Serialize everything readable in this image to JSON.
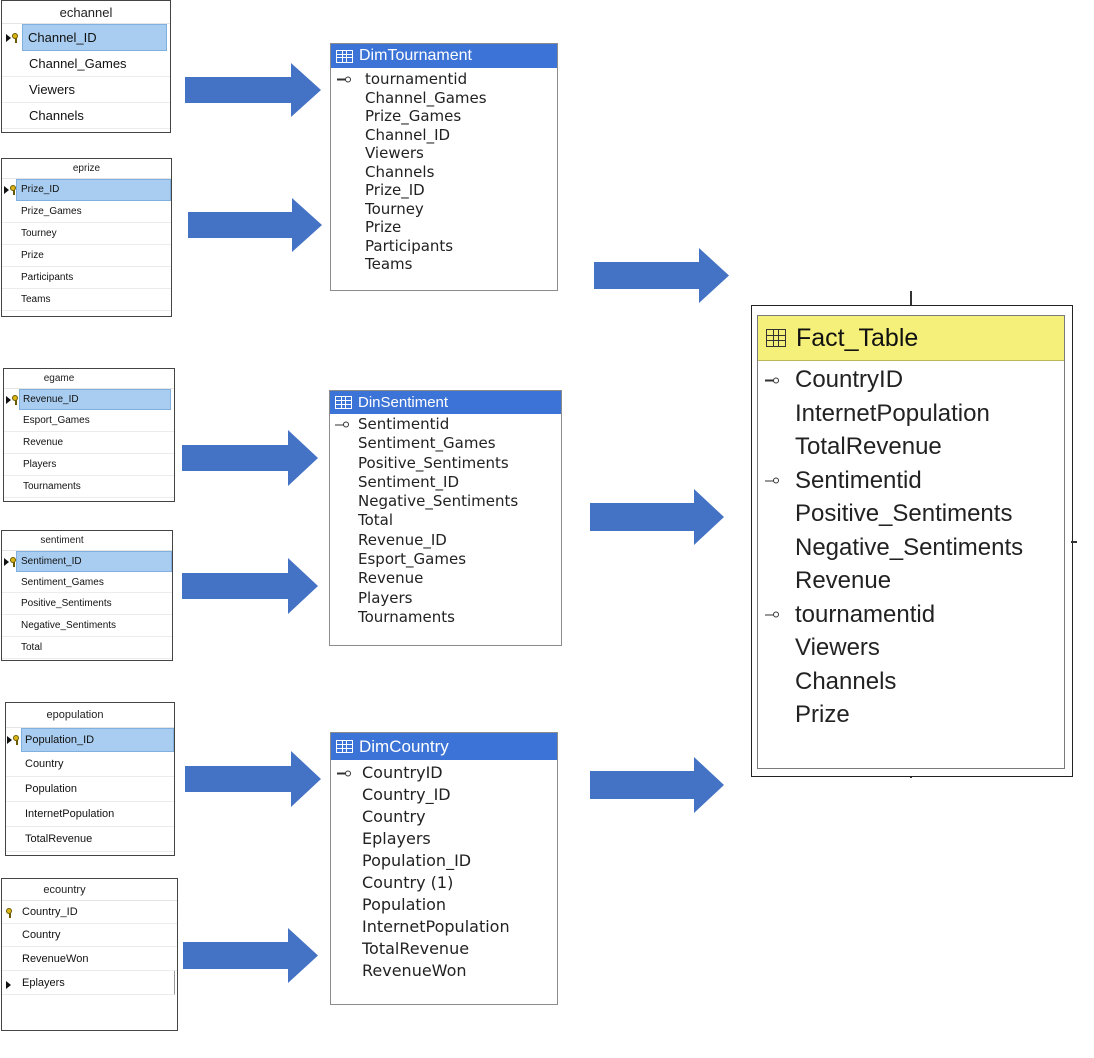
{
  "colors": {
    "arrow_fill": "#4472c4",
    "dim_header": "#3c73d6",
    "fact_header": "#f5f07a",
    "selected_row": "#a9cdf0"
  },
  "sources": {
    "echannel": {
      "title": "echannel",
      "rows": [
        "Channel_ID",
        "Channel_Games",
        "Viewers",
        "Channels"
      ]
    },
    "eprize": {
      "title": "eprize",
      "rows": [
        "Prize_ID",
        "Prize_Games",
        "Tourney",
        "Prize",
        "Participants",
        "Teams"
      ]
    },
    "egame": {
      "title": "egame",
      "rows": [
        "Revenue_ID",
        "Esport_Games",
        "Revenue",
        "Players",
        "Tournaments"
      ]
    },
    "sentiment": {
      "title": "sentiment",
      "rows": [
        "Sentiment_ID",
        "Sentiment_Games",
        "Positive_Sentiments",
        "Negative_Sentiments",
        "Total"
      ]
    },
    "epopulation": {
      "title": "epopulation",
      "rows": [
        "Population_ID",
        "Country",
        "Population",
        "InternetPopulation",
        "TotalRevenue"
      ]
    },
    "ecountry": {
      "title": "ecountry",
      "rows": [
        "Country_ID",
        "Country",
        "RevenueWon",
        "Eplayers"
      ]
    }
  },
  "dims": {
    "tournament": {
      "title": "DimTournament",
      "fields": [
        "tournamentid",
        "Channel_Games",
        "Prize_Games",
        "Channel_ID",
        "Viewers",
        "Channels",
        "Prize_ID",
        "Tourney",
        "Prize",
        "Participants",
        "Teams"
      ]
    },
    "sentiment": {
      "title": "DinSentiment",
      "fields": [
        "Sentimentid",
        "Sentiment_Games",
        "Positive_Sentiments",
        "Sentiment_ID",
        "Negative_Sentiments",
        "Total",
        "Revenue_ID",
        "Esport_Games",
        "Revenue",
        "Players",
        "Tournaments"
      ]
    },
    "country": {
      "title": "DimCountry",
      "fields": [
        "CountryID",
        "Country_ID",
        "Country",
        "Eplayers",
        "Population_ID",
        "Country (1)",
        "Population",
        "InternetPopulation",
        "TotalRevenue",
        "RevenueWon"
      ]
    }
  },
  "fact": {
    "title": "Fact_Table",
    "fields": [
      "CountryID",
      "InternetPopulation",
      "TotalRevenue",
      "Sentimentid",
      "Positive_Sentiments",
      "Negative_Sentiments",
      "Revenue",
      "tournamentid",
      "Viewers",
      "Channels",
      "Prize"
    ]
  }
}
